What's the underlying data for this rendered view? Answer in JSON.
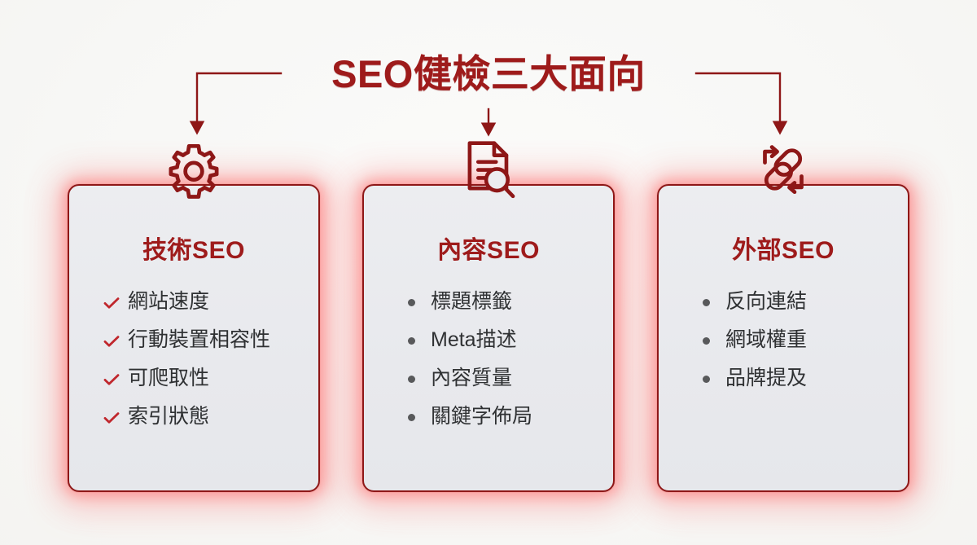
{
  "header": {
    "title": "SEO健檢三大面向",
    "title_color": "#9E1B1B",
    "left_connector": "elbow-arrow-left",
    "center_connector": "straight-arrow-down",
    "right_connector": "elbow-arrow-right"
  },
  "theme": {
    "accent_dark_red": "#8E1717",
    "accent_red": "#9E1B1B",
    "check_red": "#C0272D",
    "bullet_gray": "#58595b",
    "card_fill": "#e9eaee",
    "background": "#f7f7f5",
    "glow": "#ff6a6a"
  },
  "cards": [
    {
      "icon_name": "gear-icon",
      "title": "技術SEO",
      "bullet_style": "check",
      "items": [
        "網站速度",
        "行動裝置相容性",
        "可爬取性",
        "索引狀態"
      ]
    },
    {
      "icon_name": "document-search-icon",
      "title": "內容SEO",
      "bullet_style": "dot",
      "items": [
        "標題標籤",
        "Meta描述",
        "內容質量",
        "關鍵字佈局"
      ]
    },
    {
      "icon_name": "link-backlink-icon",
      "title": "外部SEO",
      "bullet_style": "dot",
      "items": [
        "反向連結",
        "網域權重",
        "品牌提及"
      ]
    }
  ]
}
